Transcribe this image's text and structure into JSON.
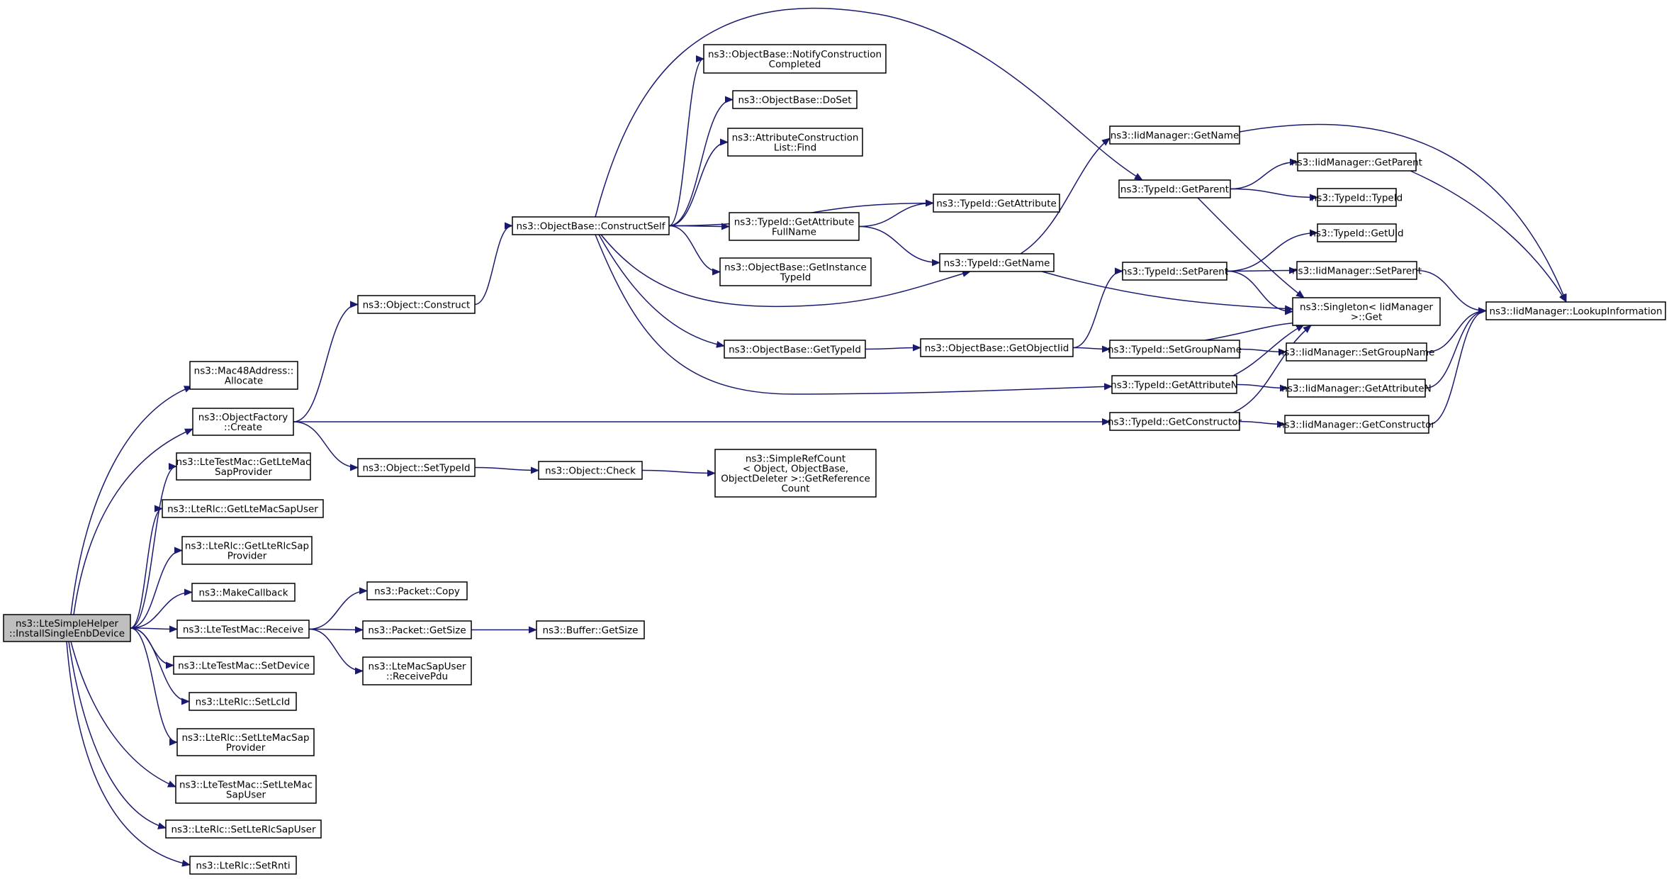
{
  "diagram": {
    "colors": {
      "edge": "#191970",
      "node_border": "#000000",
      "root_fill": "#bfbfbf",
      "node_fill": "#ffffff"
    },
    "nodes": [
      {
        "id": "root",
        "lines": [
          "ns3::LteSimpleHelper",
          "::InstallSingleEnbDevice"
        ]
      },
      {
        "id": "mac48alloc",
        "lines": [
          "ns3::Mac48Address::",
          "Allocate"
        ]
      },
      {
        "id": "objfactorycreate",
        "lines": [
          "ns3::ObjectFactory",
          "::Create"
        ]
      },
      {
        "id": "ltetestmacgetltemacsapprovider",
        "lines": [
          "ns3::LteTestMac::GetLteMac",
          "SapProvider"
        ]
      },
      {
        "id": "lterlcgetltemacsapuser",
        "lines": [
          "ns3::LteRlc::GetLteMacSapUser"
        ]
      },
      {
        "id": "lterlcgetlterlcsapprovider",
        "lines": [
          "ns3::LteRlc::GetLteRlcSap",
          "Provider"
        ]
      },
      {
        "id": "makecallback",
        "lines": [
          "ns3::MakeCallback"
        ]
      },
      {
        "id": "ltetestmacreceive",
        "lines": [
          "ns3::LteTestMac::Receive"
        ]
      },
      {
        "id": "ltetestmacsetdevice",
        "lines": [
          "ns3::LteTestMac::SetDevice"
        ]
      },
      {
        "id": "lterlcsetlcid",
        "lines": [
          "ns3::LteRlc::SetLcId"
        ]
      },
      {
        "id": "lterlcsetltemacsapprovider",
        "lines": [
          "ns3::LteRlc::SetLteMacSap",
          "Provider"
        ]
      },
      {
        "id": "ltetestmacsetltemacsapuser",
        "lines": [
          "ns3::LteTestMac::SetLteMac",
          "SapUser"
        ]
      },
      {
        "id": "lterlcsetlterlcsapuser",
        "lines": [
          "ns3::LteRlc::SetLteRlcSapUser"
        ]
      },
      {
        "id": "lterlcsetrnti",
        "lines": [
          "ns3::LteRlc::SetRnti"
        ]
      },
      {
        "id": "objectconstruct",
        "lines": [
          "ns3::Object::Construct"
        ]
      },
      {
        "id": "objectsettypeid",
        "lines": [
          "ns3::Object::SetTypeId"
        ]
      },
      {
        "id": "packetcopy",
        "lines": [
          "ns3::Packet::Copy"
        ]
      },
      {
        "id": "packetgetsize",
        "lines": [
          "ns3::Packet::GetSize"
        ]
      },
      {
        "id": "ltemacsapuserreceivepdu",
        "lines": [
          "ns3::LteMacSapUser",
          "::ReceivePdu"
        ]
      },
      {
        "id": "objectbaseconstructself",
        "lines": [
          "ns3::ObjectBase::ConstructSelf"
        ]
      },
      {
        "id": "objectcheck",
        "lines": [
          "ns3::Object::Check"
        ]
      },
      {
        "id": "buffergetsize",
        "lines": [
          "ns3::Buffer::GetSize"
        ]
      },
      {
        "id": "notifyconstructioncompleted",
        "lines": [
          "ns3::ObjectBase::NotifyConstruction",
          "Completed"
        ]
      },
      {
        "id": "objectbasedoset",
        "lines": [
          "ns3::ObjectBase::DoSet"
        ]
      },
      {
        "id": "attrconstructionlistfind",
        "lines": [
          "ns3::AttributeConstruction",
          "List::Find"
        ]
      },
      {
        "id": "typeidgetattributefullname",
        "lines": [
          "ns3::TypeId::GetAttribute",
          "FullName"
        ]
      },
      {
        "id": "objectbasegetinstancetypeid",
        "lines": [
          "ns3::ObjectBase::GetInstance",
          "TypeId"
        ]
      },
      {
        "id": "objectbasegettypeid",
        "lines": [
          "ns3::ObjectBase::GetTypeId"
        ]
      },
      {
        "id": "simplerefcountgetreferencecount",
        "lines": [
          "ns3::SimpleRefCount",
          "< Object, ObjectBase,",
          "ObjectDeleter >::GetReference",
          "Count"
        ]
      },
      {
        "id": "typeidgetattribute",
        "lines": [
          "ns3::TypeId::GetAttribute"
        ]
      },
      {
        "id": "typeidgetname",
        "lines": [
          "ns3::TypeId::GetName"
        ]
      },
      {
        "id": "objectbasegetobjectiid",
        "lines": [
          "ns3::ObjectBase::GetObjectIid"
        ]
      },
      {
        "id": "iidmanagergetname",
        "lines": [
          "ns3::IidManager::GetName"
        ]
      },
      {
        "id": "typeidgetparent",
        "lines": [
          "ns3::TypeId::GetParent"
        ]
      },
      {
        "id": "typeidsetparent",
        "lines": [
          "ns3::TypeId::SetParent"
        ]
      },
      {
        "id": "typeidsetgroupname",
        "lines": [
          "ns3::TypeId::SetGroupName"
        ]
      },
      {
        "id": "typeidgetattributen",
        "lines": [
          "ns3::TypeId::GetAttributeN"
        ]
      },
      {
        "id": "typeidgetconstructor",
        "lines": [
          "ns3::TypeId::GetConstructor"
        ]
      },
      {
        "id": "iidmanagergetparent",
        "lines": [
          "ns3::IidManager::GetParent"
        ]
      },
      {
        "id": "typeidtypeid",
        "lines": [
          "ns3::TypeId::TypeId"
        ]
      },
      {
        "id": "typeidgetuid",
        "lines": [
          "ns3::TypeId::GetUid"
        ]
      },
      {
        "id": "iidmanagersetparent",
        "lines": [
          "ns3::IidManager::SetParent"
        ]
      },
      {
        "id": "singletoniidmanagerget",
        "lines": [
          "ns3::Singleton< IidManager",
          ">::Get"
        ]
      },
      {
        "id": "iidmanagersetgroupname",
        "lines": [
          "ns3::IidManager::SetGroupName"
        ]
      },
      {
        "id": "iidmanagergetattributen",
        "lines": [
          "ns3::IidManager::GetAttributeN"
        ]
      },
      {
        "id": "iidmanagergetconstructor",
        "lines": [
          "ns3::IidManager::GetConstructor"
        ]
      },
      {
        "id": "iidmanagerlookupinformation",
        "lines": [
          "ns3::IidManager::LookupInformation"
        ]
      }
    ],
    "edges": [
      [
        "root",
        "mac48alloc"
      ],
      [
        "root",
        "objfactorycreate"
      ],
      [
        "root",
        "ltetestmacgetltemacsapprovider"
      ],
      [
        "root",
        "lterlcgetltemacsapuser"
      ],
      [
        "root",
        "lterlcgetlterlcsapprovider"
      ],
      [
        "root",
        "makecallback"
      ],
      [
        "root",
        "ltetestmacreceive"
      ],
      [
        "root",
        "ltetestmacsetdevice"
      ],
      [
        "root",
        "lterlcsetlcid"
      ],
      [
        "root",
        "lterlcsetltemacsapprovider"
      ],
      [
        "root",
        "ltetestmacsetltemacsapuser"
      ],
      [
        "root",
        "lterlcsetlterlcsapuser"
      ],
      [
        "root",
        "lterlcsetrnti"
      ],
      [
        "objfactorycreate",
        "objectconstruct"
      ],
      [
        "objfactorycreate",
        "objectsettypeid"
      ],
      [
        "objfactorycreate",
        "typeidgetconstructor"
      ],
      [
        "objectconstruct",
        "objectbaseconstructself"
      ],
      [
        "objectsettypeid",
        "objectcheck"
      ],
      [
        "objectcheck",
        "simplerefcountgetreferencecount"
      ],
      [
        "ltetestmacreceive",
        "packetcopy"
      ],
      [
        "ltetestmacreceive",
        "packetgetsize"
      ],
      [
        "ltetestmacreceive",
        "ltemacsapuserreceivepdu"
      ],
      [
        "packetgetsize",
        "buffergetsize"
      ],
      [
        "objectbaseconstructself",
        "notifyconstructioncompleted"
      ],
      [
        "objectbaseconstructself",
        "objectbasedoset"
      ],
      [
        "objectbaseconstructself",
        "attrconstructionlistfind"
      ],
      [
        "objectbaseconstructself",
        "typeidgetattributefullname"
      ],
      [
        "objectbaseconstructself",
        "objectbasegetinstancetypeid"
      ],
      [
        "objectbaseconstructself",
        "objectbasegettypeid"
      ],
      [
        "objectbaseconstructself",
        "typeidgetattribute"
      ],
      [
        "objectbaseconstructself",
        "typeidgetname"
      ],
      [
        "objectbaseconstructself",
        "typeidgetparent"
      ],
      [
        "objectbaseconstructself",
        "typeidgetattributen"
      ],
      [
        "typeidgetattributefullname",
        "typeidgetattribute"
      ],
      [
        "typeidgetattributefullname",
        "typeidgetname"
      ],
      [
        "objectbasegettypeid",
        "objectbasegetobjectiid"
      ],
      [
        "objectbasegetobjectiid",
        "typeidsetparent"
      ],
      [
        "objectbasegetobjectiid",
        "typeidsetgroupname"
      ],
      [
        "typeidgetname",
        "iidmanagergetname"
      ],
      [
        "typeidgetname",
        "singletoniidmanagerget"
      ],
      [
        "typeidgetparent",
        "iidmanagergetparent"
      ],
      [
        "typeidgetparent",
        "typeidtypeid"
      ],
      [
        "typeidgetparent",
        "singletoniidmanagerget"
      ],
      [
        "typeidsetparent",
        "typeidgetuid"
      ],
      [
        "typeidsetparent",
        "iidmanagersetparent"
      ],
      [
        "typeidsetparent",
        "singletoniidmanagerget"
      ],
      [
        "typeidsetgroupname",
        "singletoniidmanagerget"
      ],
      [
        "typeidsetgroupname",
        "iidmanagersetgroupname"
      ],
      [
        "typeidgetattributen",
        "singletoniidmanagerget"
      ],
      [
        "typeidgetattributen",
        "iidmanagergetattributen"
      ],
      [
        "typeidgetconstructor",
        "singletoniidmanagerget"
      ],
      [
        "typeidgetconstructor",
        "iidmanagergetconstructor"
      ],
      [
        "iidmanagergetname",
        "iidmanagerlookupinformation"
      ],
      [
        "iidmanagergetparent",
        "iidmanagerlookupinformation"
      ],
      [
        "iidmanagersetparent",
        "iidmanagerlookupinformation"
      ],
      [
        "iidmanagersetgroupname",
        "iidmanagerlookupinformation"
      ],
      [
        "iidmanagergetattributen",
        "iidmanagerlookupinformation"
      ],
      [
        "iidmanagergetconstructor",
        "iidmanagerlookupinformation"
      ]
    ]
  }
}
